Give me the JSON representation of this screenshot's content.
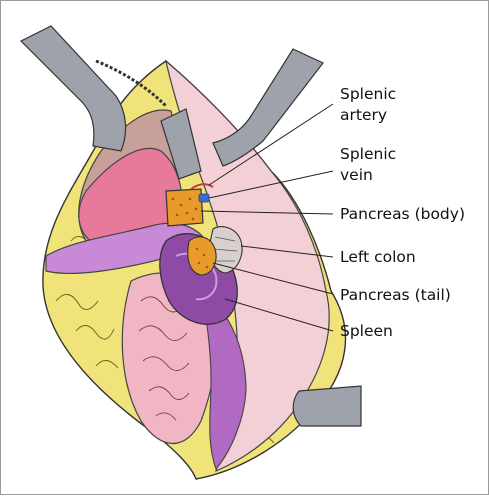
{
  "labels": {
    "splenic_artery": [
      "Splenic",
      "artery"
    ],
    "splenic_vein": [
      "Splenic",
      "vein"
    ],
    "pancreas_body": "Pancreas (body)",
    "left_colon": "Left colon",
    "pancreas_tail": "Pancreas (tail)",
    "spleen": "Spleen"
  },
  "colors": {
    "retractor": "#9ea3ab",
    "fat": "#efe37a",
    "stomach": "#e7799a",
    "omentum": "#c8a09a",
    "bowel": "#f0b6c3",
    "spleen": "#8e4aa5",
    "pancreas": "#e89a2a",
    "peritoneum": "#f3cfd6",
    "vessel_blue": "#3b6cc9"
  }
}
